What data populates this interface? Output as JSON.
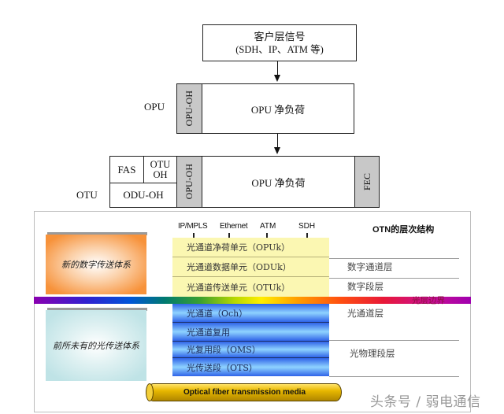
{
  "top_diagram": {
    "client_signal_box": {
      "line1": "客户层信号",
      "line2": "(SDH、IP、ATM 等)"
    },
    "opu_row": {
      "side_label": "OPU",
      "overhead": "OPU-OH",
      "payload": "OPU 净负荷"
    },
    "otu_row": {
      "side_label": "OTU",
      "fas": "FAS",
      "otu_oh": "OTU\nOH",
      "odu_oh": "ODU-OH",
      "opu_oh": "OPU-OH",
      "payload": "OPU 净负荷",
      "fec": "FEC"
    }
  },
  "otn_panel": {
    "title": "OTN的层次结构",
    "clients": [
      "IP/MPLS",
      "Ethernet",
      "ATM",
      "SDH"
    ],
    "digital_system_label": "新的数字传送体系",
    "optical_system_label": "前所未有的光传送体系",
    "digital_rows": [
      "光通道净荷单元（OPUk）",
      "光通道数据单元（ODUk）",
      "光通道传送单元（OTUk）"
    ],
    "optical_rows": [
      "光通道（Och）",
      "光通道复用",
      "光复用段（OMS）",
      "光传送段（OTS）"
    ],
    "layer_labels": {
      "digital_path": "数字通道层",
      "digital_section": "数字段层",
      "optical_channel": "光通道层",
      "optical_physical": "光物理段层"
    },
    "boundary_label": "光层边界",
    "fiber_label": "Optical fiber transmission media",
    "colors": {
      "digital_box": "#f7923a",
      "optical_box": "#bfe3e6",
      "yellow_rows": "#fbf7b2",
      "blue_rows": "#2f63e8",
      "fiber": "#e0b000"
    }
  },
  "watermark": "头条号 / 弱电通信"
}
